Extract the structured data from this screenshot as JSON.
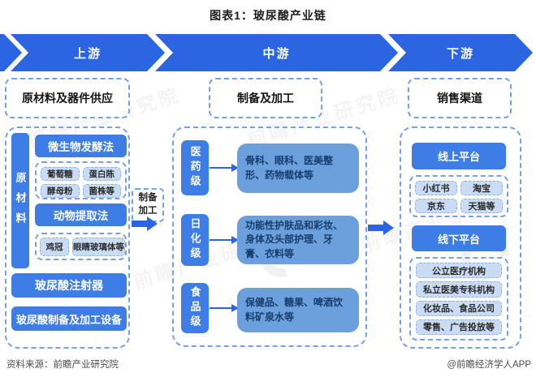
{
  "title": "图表1：玻尿酸产业链",
  "banner": {
    "segments": [
      "上游",
      "中游",
      "下游"
    ]
  },
  "upstream": {
    "header": "原材料及器件供应",
    "raw_label": "原材料",
    "fermentation": "微生物发酵法",
    "fermentation_items": [
      "葡萄糖",
      "蛋白陈",
      "酵母粉",
      "菌株等"
    ],
    "animal": "动物提取法",
    "animal_items": [
      "鸡冠",
      "眼睛玻璃体等"
    ],
    "injector": "玻尿酸注射器",
    "equipment": "玻尿酸制备及加工设备"
  },
  "link": {
    "line1": "制备",
    "line2": "加工"
  },
  "midstream": {
    "header": "制备及加工",
    "grades": [
      {
        "label": "医药级",
        "desc": "骨科、眼科、医美整形、药物载体等"
      },
      {
        "label": "日化级",
        "desc": "功能性护肤品和彩妆、身体及头部护理、牙膏、衣料等"
      },
      {
        "label": "食品级",
        "desc": "保健品、糖果、啤酒饮料矿泉水等"
      }
    ]
  },
  "downstream": {
    "header": "销售渠道",
    "online": "线上平台",
    "online_items": [
      "小红书",
      "淘宝",
      "京东",
      "天猫等"
    ],
    "offline": "线下平台",
    "offline_items": [
      "公立医疗机构",
      "私立医美专科机构",
      "化妆品、食品公司",
      "零售、广告投放等"
    ]
  },
  "footer": {
    "source": "资料来源：前瞻产业研究院",
    "credit": "@前瞻经济学人APP"
  },
  "watermark": "前瞻产业研究院",
  "colors": {
    "banner": "#2B65E2",
    "solid": "#3F7DE6",
    "desc": "#6BA0DC",
    "chipBg": "#C9DCF4",
    "chipBorder": "#8FB2E8",
    "dash": "#76A0EA",
    "descText": "#173D6E"
  }
}
